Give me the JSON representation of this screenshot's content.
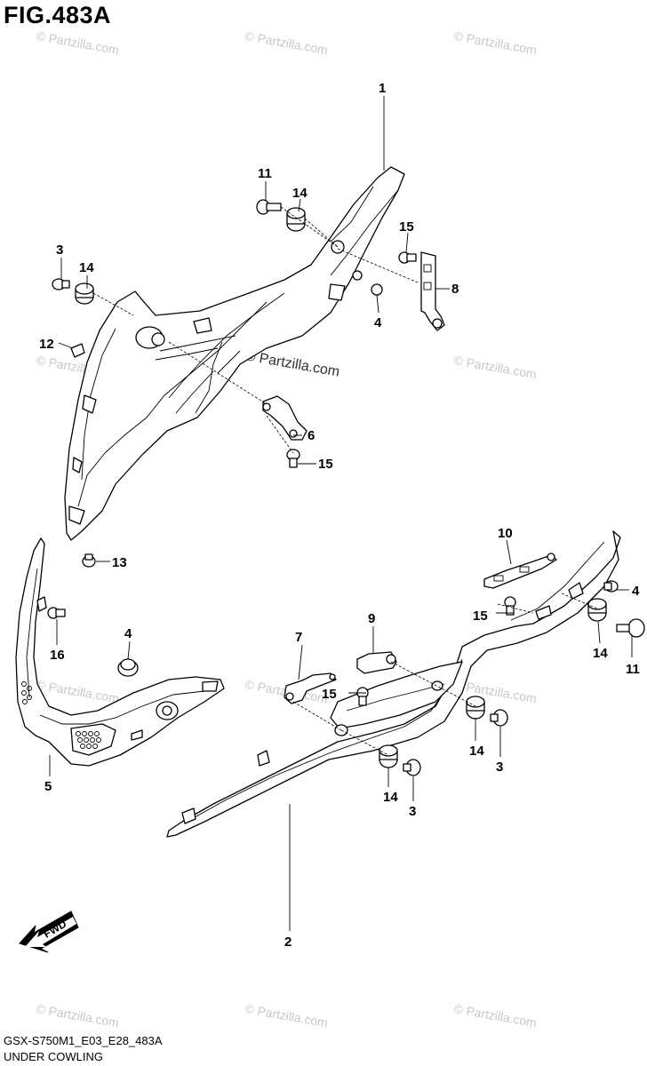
{
  "header": {
    "title": "FIG.483A"
  },
  "footer": {
    "code": "GSX-S750M1_E03_E28_483A",
    "name": "UNDER COWLING"
  },
  "watermark": {
    "text": "© Partzilla.com"
  },
  "fwd_label": "FWD",
  "callouts": {
    "c1": "1",
    "c2": "2",
    "c3a": "3",
    "c3b": "3",
    "c3c": "3",
    "c4a": "4",
    "c4b": "4",
    "c4c": "4",
    "c5": "5",
    "c6": "6",
    "c7": "7",
    "c8": "8",
    "c9": "9",
    "c10": "10",
    "c11a": "11",
    "c11b": "11",
    "c12": "12",
    "c13": "13",
    "c14a": "14",
    "c14b": "14",
    "c14c": "14",
    "c14d": "14",
    "c14e": "14",
    "c15a": "15",
    "c15b": "15",
    "c15c": "15",
    "c15d": "15",
    "c16": "16"
  }
}
